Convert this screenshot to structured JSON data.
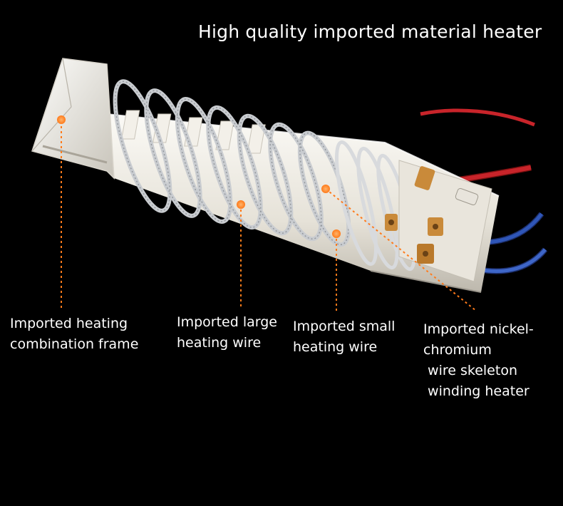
{
  "title": "High quality imported material heater",
  "labels": {
    "frame": "Imported heating\ncombination frame",
    "large_wire": "Imported large\nheating wire",
    "small_wire": "Imported small\nheating wire",
    "nichrome": "Imported nickel-\nchromium\n wire skeleton\n winding heater"
  },
  "colors": {
    "background": "#000000",
    "text": "#ffffff",
    "callout": "#ff7a1a",
    "ceramic": "#eeeae2",
    "coil": "#c9ccd0",
    "wire_red": "#c8242a",
    "wire_blue": "#2f56b8",
    "terminal": "#c98a3a"
  }
}
